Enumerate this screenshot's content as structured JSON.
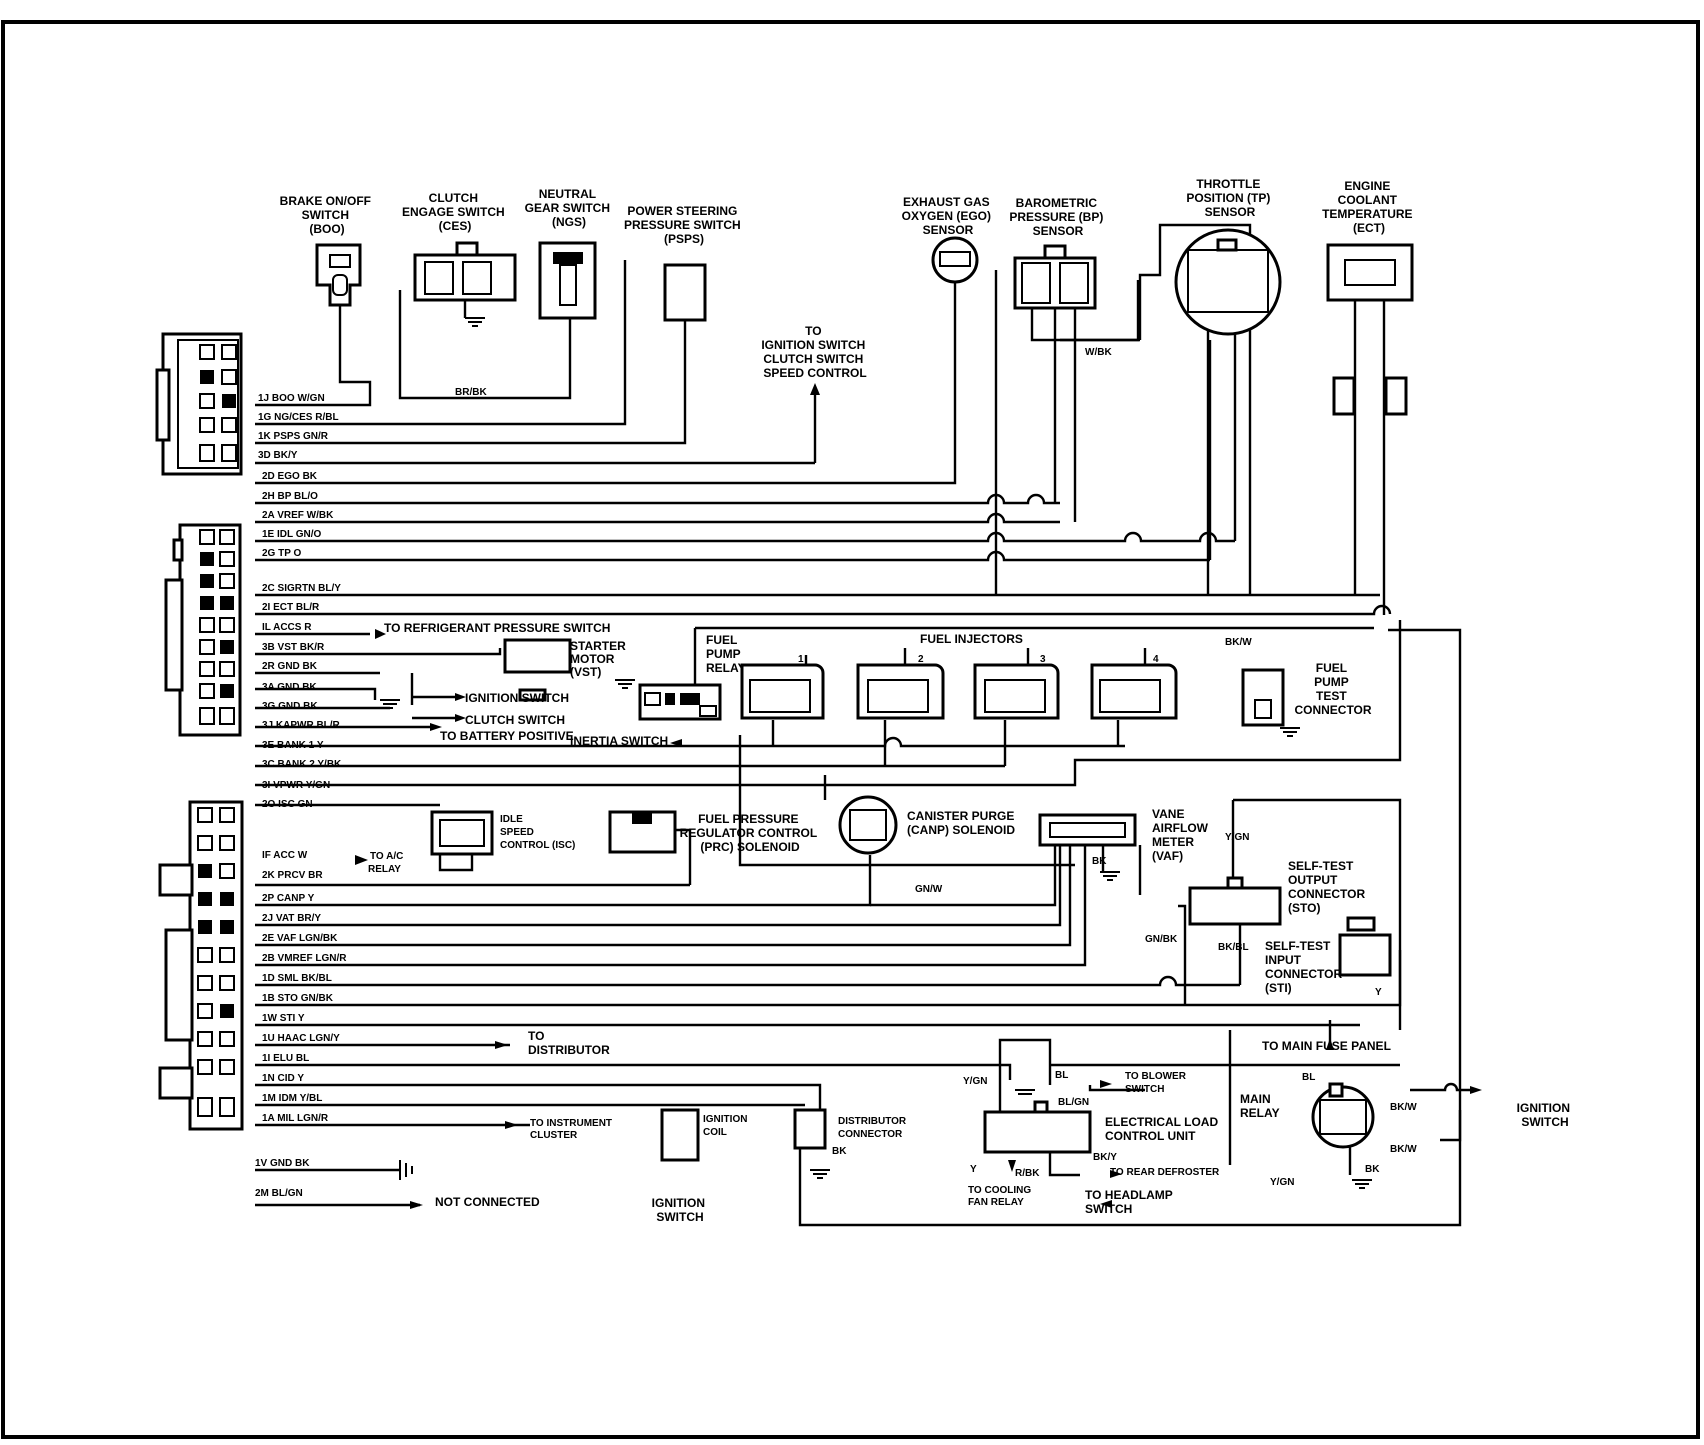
{
  "pins": [
    {
      "label": "1J BOO W/GN"
    },
    {
      "label": "1G NG/CES R/BL"
    },
    {
      "label": "1K PSPS GN/R"
    },
    {
      "label": "3D BK/Y"
    },
    {
      "label": "2D EGO BK"
    },
    {
      "label": "2H BP BL/O"
    },
    {
      "label": "2A VREF W/BK"
    },
    {
      "label": "1E IDL GN/O"
    },
    {
      "label": "2G TP O"
    },
    {
      "label": "2C SIGRTN BL/Y"
    },
    {
      "label": "2I ECT BL/R"
    },
    {
      "label": "IL ACCS R"
    },
    {
      "label": "3B VST BK/R"
    },
    {
      "label": "2R GND BK"
    },
    {
      "label": "3A GND BK"
    },
    {
      "label": "3G GND BK"
    },
    {
      "label": "3J KAPWR BL/R"
    },
    {
      "label": "3E BANK 1 Y"
    },
    {
      "label": "3C  BANK 2 Y/BK"
    },
    {
      "label": "3I VPWR Y/GN"
    },
    {
      "label": "2O ISC GN"
    },
    {
      "label": "IF ACC W"
    },
    {
      "label": "2K PRCV BR"
    },
    {
      "label": "2P CANP Y"
    },
    {
      "label": "2J VAT BR/Y"
    },
    {
      "label": "2E VAF LGN/BK"
    },
    {
      "label": "2B VMREF LGN/R"
    },
    {
      "label": "1D SML BK/BL"
    },
    {
      "label": "1B STO GN/BK"
    },
    {
      "label": "1W STI Y"
    },
    {
      "label": "1U HAAC LGN/Y"
    },
    {
      "label": "1I ELU BL"
    },
    {
      "label": "1N CID Y"
    },
    {
      "label": "1M IDM Y/BL"
    },
    {
      "label": "1A MIL LGN/R"
    },
    {
      "label": "1V GND  BK"
    },
    {
      "label": "2M BL/GN"
    }
  ],
  "components": {
    "boo": [
      "BRAKE ON/OFF",
      "SWITCH",
      "(BOO)"
    ],
    "ces": [
      "CLUTCH",
      "ENGAGE SWITCH",
      "(CES)"
    ],
    "ngs": [
      "NEUTRAL",
      "GEAR SWITCH",
      "(NGS)"
    ],
    "psps": [
      "POWER STEERING",
      "PRESSURE SWITCH",
      "(PSPS)"
    ],
    "ego": [
      "EXHAUST GAS",
      "OXYGEN (EGO)",
      "SENSOR"
    ],
    "bp": [
      "BAROMETRIC",
      "PRESSURE (BP)",
      "SENSOR"
    ],
    "tp": [
      "THROTTLE",
      "POSITION (TP)",
      "SENSOR"
    ],
    "ect": [
      "ENGINE",
      "COOLANT",
      "TEMPERATURE",
      "(ECT)"
    ],
    "ign_top": [
      "TO",
      "IGNITION SWITCH",
      "CLUTCH SWITCH",
      "SPEED CONTROL"
    ],
    "fuel_pump_relay": [
      "FUEL",
      "PUMP",
      "RELAY"
    ],
    "fuel_injectors": "FUEL INJECTORS",
    "injector_numbers": [
      "1",
      "2",
      "3",
      "4"
    ],
    "starter": [
      "STARTER",
      "MOTOR",
      "(VST)"
    ],
    "fuel_pump_test": [
      "FUEL",
      "PUMP",
      "TEST",
      "CONNECTOR"
    ],
    "isc": [
      "IDLE",
      "SPEED",
      "CONTROL (ISC)"
    ],
    "prc": [
      "FUEL PRESSURE",
      "REGULATOR CONTROL",
      "(PRC) SOLENOID"
    ],
    "canp": [
      "CANISTER PURGE",
      "(CANP) SOLENOID"
    ],
    "vaf": [
      "VANE",
      "AIRFLOW",
      "METER",
      "(VAF)"
    ],
    "sto": [
      "SELF-TEST",
      "OUTPUT",
      "CONNECTOR",
      "(STO)"
    ],
    "sti": [
      "SELF-TEST",
      "INPUT",
      "CONNECTOR",
      "(STI)"
    ],
    "ignition_coil": [
      "IGNITION",
      "COIL"
    ],
    "ignition_switch_bottom": [
      "IGNITION",
      "SWITCH"
    ],
    "distributor_connector": [
      "DISTRIBUTOR",
      "CONNECTOR"
    ],
    "elcu": [
      "ELECTRICAL LOAD",
      "CONTROL UNIT"
    ],
    "main_relay": [
      "MAIN",
      "RELAY"
    ],
    "ignition_switch_right": [
      "IGNITION",
      "SWITCH"
    ]
  },
  "labels": {
    "to_refrigerant": "TO REFRIGERANT PRESSURE SWITCH",
    "ignition_switch": "IGNITION SWITCH",
    "clutch_switch": "CLUTCH SWITCH",
    "to_battery": "TO BATTERY POSITIVE",
    "inertia_switch": "INERTIA SWITCH",
    "to_ac_relay": [
      "TO A/C",
      "RELAY"
    ],
    "to_distributor": [
      "TO",
      "DISTRIBUTOR"
    ],
    "to_instrument": [
      "TO INSTRUMENT",
      "CLUSTER"
    ],
    "not_connected": "NOT CONNECTED",
    "to_main_fuse": "TO MAIN FUSE PANEL",
    "to_blower": [
      "TO BLOWER",
      "SWITCH"
    ],
    "to_rear_defroster": "TO REAR DEFROSTER",
    "to_headlamp": [
      "TO HEADLAMP",
      "SWITCH"
    ],
    "to_cooling_fan": [
      "TO COOLING",
      "FAN RELAY"
    ]
  },
  "wire_colors": {
    "br_bk": "BR/BK",
    "w_bk": "W/BK",
    "bk_w_top": "BK/W",
    "gn_w": "GN/W",
    "y_gn_vaf": "Y/GN",
    "gn_bk": "GN/BK",
    "bk_bl": "BK/BL",
    "y_sti": "Y",
    "bk_vaf": "BK",
    "bk_dist": "BK",
    "y_gn_elcu": "Y/GN",
    "bl_elcu": "BL",
    "bl_gn_elcu": "BL/GN",
    "bk_y_elcu": "BK/Y",
    "r_bk_elcu": "R/BK",
    "y_elcu": "Y",
    "bl_relay": "BL",
    "bk_w_relay1": "BK/W",
    "bk_w_relay2": "BK/W",
    "y_gn_relay": "Y/GN",
    "bk_relay": "BK"
  }
}
